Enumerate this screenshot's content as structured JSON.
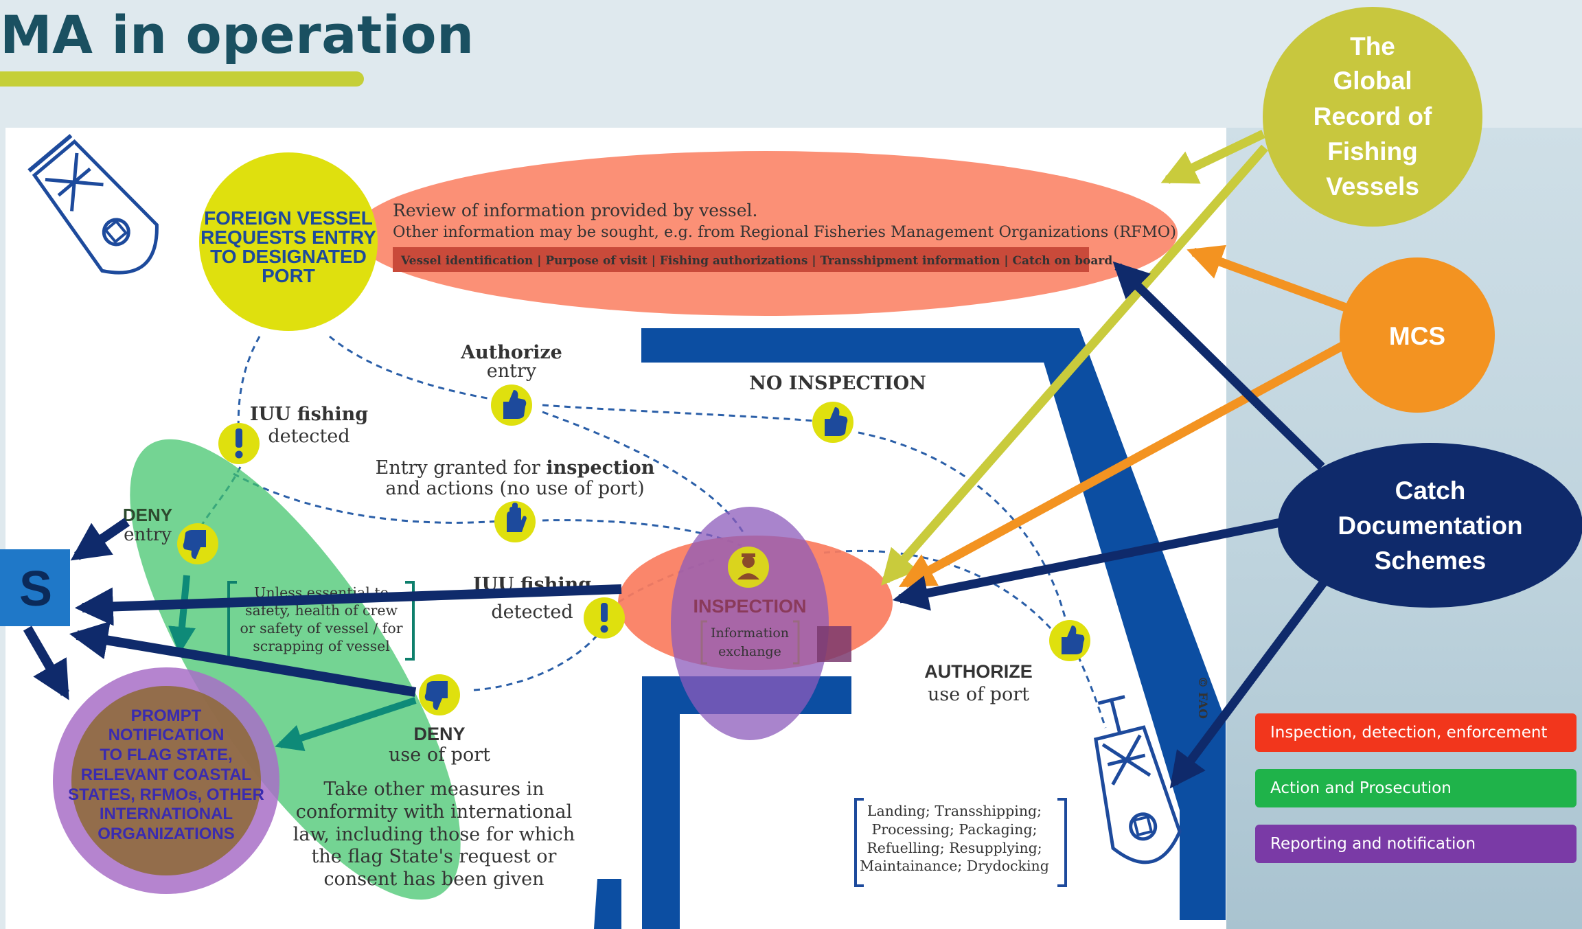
{
  "slide": {
    "title": "MA in operation"
  },
  "vessel_request": {
    "lines": [
      "FOREIGN VESSEL",
      "REQUESTS ENTRY",
      "TO DESIGNATED",
      "PORT"
    ]
  },
  "review": {
    "line1": "Review of information provided by vessel.",
    "line2": "Other information may be sought, e.g. from Regional Fisheries Management Organizations (RFMO)",
    "strip": "Vessel identification | Purpose of visit | Fishing authorizations | Transshipment information | Catch on board"
  },
  "authorize_entry": {
    "bold": "Authorize",
    "normal": "entry"
  },
  "no_inspection": "NO INSPECTION",
  "iuu_top": {
    "bold": "IUU fishing",
    "normal": "detected"
  },
  "entry_granted": {
    "line1_pre": "Entry granted for ",
    "line1_bold": "inspection",
    "line2": "and actions (no use of port)"
  },
  "deny_entry": {
    "bold": "DENY",
    "normal": "entry"
  },
  "unless_essential": {
    "lines": [
      "Unless essential to",
      "safety, health of crew",
      "or safety of vessel / for",
      "scrapping of vessel"
    ]
  },
  "iuu_mid": {
    "bold": "IUU fishing",
    "normal": "detected"
  },
  "inspection": {
    "label": "INSPECTION",
    "sub_lines": [
      "Information",
      "exchange"
    ]
  },
  "authorize_port": {
    "bold": "AUTHORIZE",
    "normal": "use of port"
  },
  "deny_port": {
    "bold": "DENY",
    "normal": "use of port"
  },
  "other_measures": {
    "lines": [
      "Take other measures in",
      "conformity with international",
      "law, including those for which",
      "the flag State's request or",
      "consent has been given"
    ]
  },
  "port_uses": {
    "lines": [
      "Landing; Transshipping;",
      "Processing; Packaging;",
      "Refuelling; Resupplying;",
      "Maintainance; Drydocking"
    ]
  },
  "notification": {
    "lines": [
      "PROMPT",
      "NOTIFICATION",
      "TO FLAG STATE,",
      "RELEVANT COASTAL",
      "STATES, RFMOs, OTHER",
      "INTERNATIONAL",
      "ORGANIZATIONS"
    ]
  },
  "box_s": "S",
  "fao_credit": "© FAO",
  "global_record": {
    "lines": [
      "The",
      "Global",
      "Record of",
      "Fishing",
      "Vessels"
    ]
  },
  "mcs": "MCS",
  "cds": {
    "lines": [
      "Catch",
      "Documentation",
      "Schemes"
    ]
  },
  "legend": [
    {
      "label": "Inspection, detection, enforcement",
      "color": "#f2361c"
    },
    {
      "label": "Action and Prosecution",
      "color": "#1fb34a"
    },
    {
      "label": "Reporting and notification",
      "color": "#7a3aa6"
    }
  ],
  "colors": {
    "yellow": "#d6d81a",
    "olive_circle": "#c8c73e",
    "orange": "#f39321",
    "navy": "#0f2a6b",
    "blue_dark": "#0c4ea2",
    "salmon": "#fa7c5e",
    "green_overlay": "#3ec36a",
    "purple_overlay": "#8c5bbb"
  }
}
